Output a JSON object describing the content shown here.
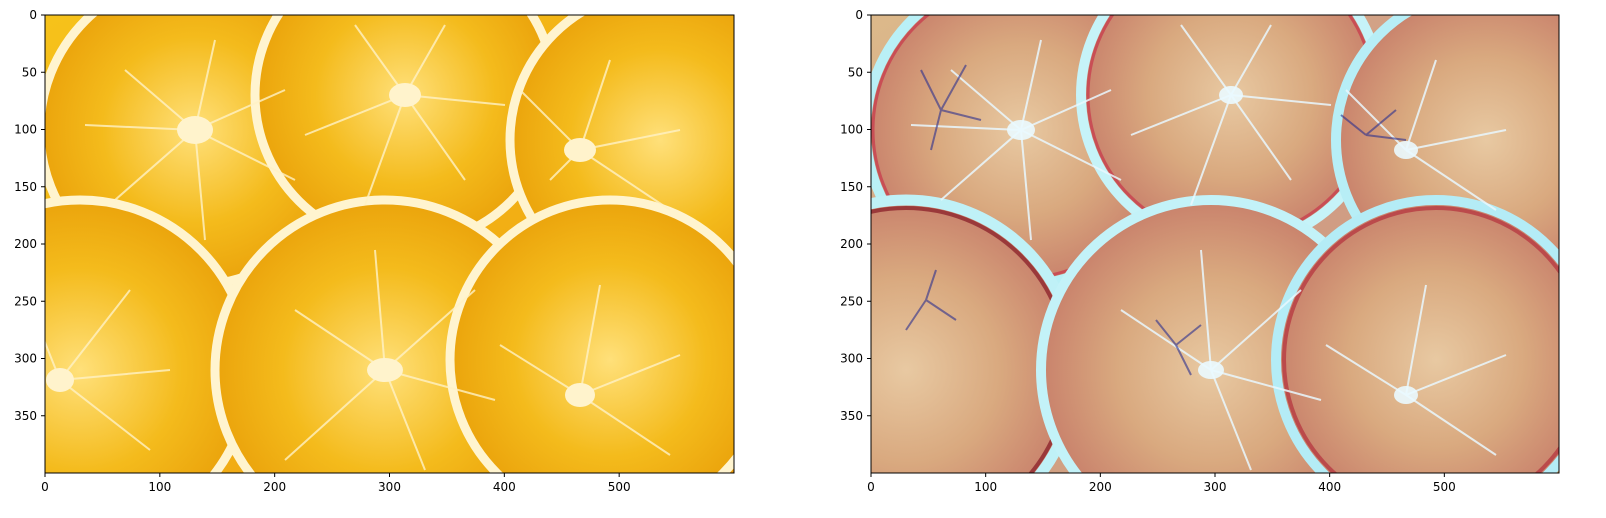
{
  "figure": {
    "panels": [
      {
        "id": "left",
        "description": "Photo of sliced oranges (original)",
        "xlim": [
          0,
          600
        ],
        "ylim": [
          400,
          0
        ],
        "x_ticks": [
          0,
          100,
          200,
          300,
          400,
          500
        ],
        "y_ticks": [
          0,
          50,
          100,
          150,
          200,
          250,
          300,
          350
        ]
      },
      {
        "id": "right",
        "description": "Same photo with stylized edge/color enhancement (red-blue fringes)",
        "xlim": [
          0,
          600
        ],
        "ylim": [
          400,
          0
        ],
        "x_ticks": [
          0,
          100,
          200,
          300,
          400,
          500
        ],
        "y_ticks": [
          0,
          50,
          100,
          150,
          200,
          250,
          300,
          350
        ]
      }
    ]
  },
  "colors": {
    "orange_flesh": "#f2b414",
    "orange_deep": "#e89a08",
    "rind": "#fff3c8",
    "stylized_base": "#d7b07a",
    "stylized_red": "#c8544e",
    "stylized_cyan": "#7fe4f0"
  }
}
